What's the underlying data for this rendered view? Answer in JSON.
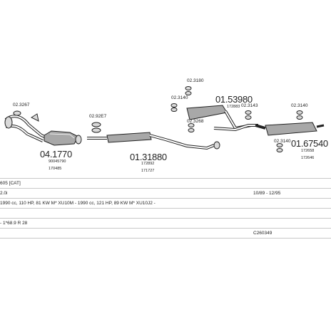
{
  "parts": {
    "p02_3267": "02.3267",
    "p04_1770": "04.1770",
    "p04_1770_ref1": "90045790",
    "p04_1770_ref2": "170485",
    "p02_3287_label": "02.92E7",
    "p01_31880": "01.31880",
    "p01_31880_ref1": "172892",
    "p01_31880_ref2": "171727",
    "p02_3180": "02.3180",
    "p02_3140": "02.3140",
    "p01_53980": "01.53980",
    "p01_53980_ref": "172883",
    "p02_3268": "02.3268",
    "p02_3143": "02.3143",
    "p02_3140b": "02.3140",
    "p02_3140c": "02.3140",
    "p01_67540": "01.67540",
    "p01_67540_ref1": "172658",
    "p01_67540_ref2": "172646"
  },
  "rows": {
    "model": "605 [CAT]",
    "engine": "2.0i",
    "date_range": "10/89 - 12/95",
    "spec": "1990 cc, 110 HP, 81 KW M* XU10M - 1990 cc, 121 HP, 89 KW M* XU10J2 -",
    "empty_row": "",
    "note": "- 1*68.9 R 28",
    "code": "C260349"
  },
  "colors": {
    "line": "#222222",
    "fill_light": "#d9d9d9",
    "fill_mid": "#a8a8a8",
    "rule": "#c8c8c8"
  }
}
